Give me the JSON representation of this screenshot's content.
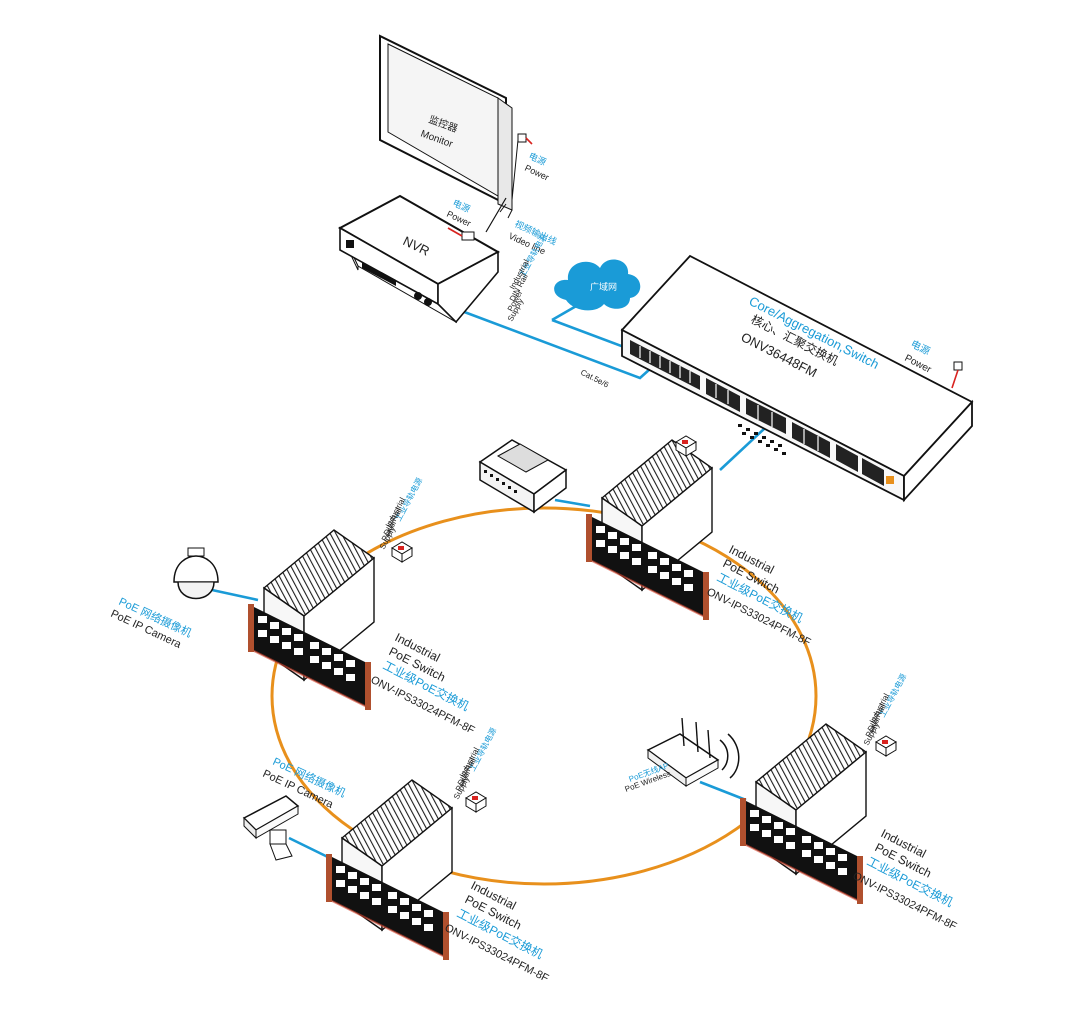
{
  "monitor": {
    "label_cn": "监控器",
    "label_en": "Monitor"
  },
  "monitor_power": {
    "label_cn": "电源",
    "label_en": "Power"
  },
  "nvr": {
    "label": "NVR"
  },
  "nvr_power": {
    "label_cn": "电源",
    "label_en": "Power"
  },
  "video_line": {
    "label_cn": "视频输出线",
    "label_en": "Video line"
  },
  "din_supply_core": {
    "cn": "工业导轨电源",
    "en1": "Industrial",
    "en2": "DIN Rail",
    "en3": "Power",
    "en4": "Supply"
  },
  "wan": {
    "label_cn": "广域网"
  },
  "core_switch": {
    "title_en": "Core/Aggregation,Switch",
    "title_cn": "核心、汇聚交换机",
    "model": "ONV36448FM"
  },
  "core_power": {
    "label_cn": "电源",
    "label_en": "Power"
  },
  "cable": {
    "label": "Cat.5e/6"
  },
  "switches": [
    {
      "en1": "Industrial",
      "en2": "PoE Switch",
      "cn": "工业级PoE交换机",
      "model": "ONV-IPS33024PFM-8F"
    },
    {
      "en1": "Industrial",
      "en2": "PoE Switch",
      "cn": "工业级PoE交换机",
      "model": "ONV-IPS33024PFM-8F"
    },
    {
      "en1": "Industrial",
      "en2": "PoE Switch",
      "cn": "工业级PoE交换机",
      "model": "ONV-IPS33024PFM-8F"
    },
    {
      "en1": "Industrial",
      "en2": "PoE Switch",
      "cn": "工业级PoE交换机",
      "model": "ONV-IPS33024PFM-8F"
    }
  ],
  "din_supplies": [
    {
      "cn": "工业导轨电源",
      "en1": "Industrial",
      "en2": "DIN Rail",
      "en3": "Power",
      "en4": "Supply"
    },
    {
      "cn": "工业导轨电源",
      "en1": "Industrial",
      "en2": "DIN Rail",
      "en3": "Power",
      "en4": "Supply"
    },
    {
      "cn": "工业导轨电源",
      "en1": "Industrial",
      "en2": "DIN Rail",
      "en3": "Power",
      "en4": "Supply"
    }
  ],
  "camera_dome": {
    "cn": "PoE 网络摄像机",
    "en": "PoE IP Camera"
  },
  "camera_bullet": {
    "cn": "PoE 网络摄像机",
    "en": "PoE IP Camera"
  },
  "wireless_ap": {
    "cn": "PoE无线AP",
    "en": "PoE Wireless"
  },
  "colors": {
    "ring": "#e8901c",
    "link": "#1a9bd7",
    "accent_text": "#1a9bd7",
    "power_wire": "#d8231f"
  }
}
